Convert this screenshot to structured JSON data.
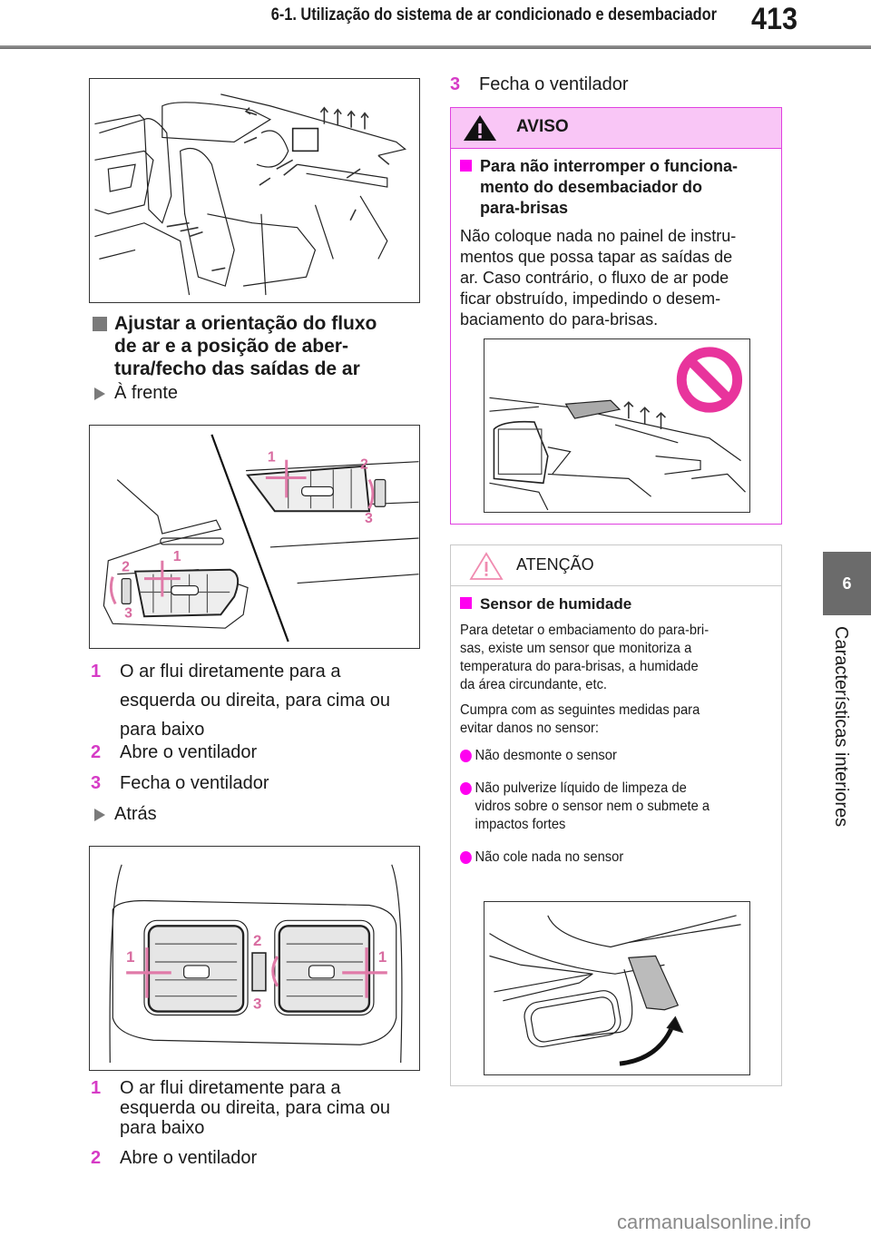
{
  "header": {
    "title": "6-1. Utilização do sistema de ar condicionado e desembaciador",
    "page_number": "413"
  },
  "side_tab": {
    "chapter_number": "6",
    "chapter_title": "Características interiores"
  },
  "colors": {
    "accent_magenta": "#ff00f0",
    "number_color": "#d63bc6",
    "aviso_header_bg": "#f9c6f6",
    "callout_pink": "#e07aa8",
    "gray_marker": "#7a7a7a"
  },
  "left_column": {
    "figure_1": {
      "icon": "car-interior-airflow-illustration"
    },
    "section_heading": "Ajustar a orientação do fluxo de ar e a posição de abertura/fecho das saídas de ar",
    "section_heading_lines": [
      "Ajustar a orientação do fluxo",
      "de ar e a posição de aber-",
      "tura/fecho das saídas de ar"
    ],
    "front": {
      "label": "À frente",
      "figure": {
        "icon": "front-vents-illustration",
        "callouts": [
          "1",
          "2",
          "3",
          "1",
          "2",
          "3"
        ]
      },
      "items": [
        {
          "number": "1",
          "text": "O ar flui diretamente para a esquerda ou direita, para cima ou para baixo"
        },
        {
          "number": "2",
          "text": "Abre o ventilador"
        },
        {
          "number": "3",
          "text": "Fecha o ventilador"
        }
      ]
    },
    "rear": {
      "label": "Atrás",
      "figure": {
        "icon": "rear-vents-illustration",
        "callouts": [
          "1",
          "2",
          "3",
          "1"
        ]
      },
      "items": [
        {
          "number": "1",
          "text": "O ar flui diretamente para a esquerda ou direita, para cima ou para baixo"
        },
        {
          "number": "2",
          "text": "Abre o ventilador"
        }
      ]
    }
  },
  "right_column": {
    "rear_item_3": {
      "number": "3",
      "text": "Fecha o ventilador"
    },
    "aviso": {
      "title": "AVISO",
      "icon": "warning-triangle-icon",
      "heading": "Para não interromper o funcionamento do desembaciador do para-brisas",
      "heading_lines": [
        "Para não interromper o funciona-",
        "mento do desembaciador do",
        "para-brisas"
      ],
      "body": "Não coloque nada no painel de instrumentos que possa tapar as saídas de ar. Caso contrário, o fluxo de ar pode ficar obstruído, impedindo o desembaciamento do para-brisas.",
      "body_lines": [
        "Não coloque nada no painel de instru-",
        "mentos que possa tapar as saídas de",
        "ar. Caso contrário, o fluxo de ar pode",
        "ficar obstruído, impedindo o desem-",
        "baciamento do para-brisas."
      ],
      "figure": {
        "icon": "dashboard-prohibited-illustration"
      }
    },
    "atencao": {
      "title": "ATENÇÃO",
      "icon": "caution-triangle-icon",
      "heading": "Sensor de humidade",
      "body_1_lines": [
        "Para detetar o embaciamento do para-bri-",
        "sas, existe um sensor que monitoriza a",
        "temperatura do para-brisas, a humidade",
        "da área circundante, etc."
      ],
      "body_2_lines": [
        "Cumpra com as seguintes medidas para",
        "evitar danos no sensor:"
      ],
      "bullets": [
        {
          "lines": [
            "Não desmonte o sensor"
          ]
        },
        {
          "lines": [
            "Não pulverize líquido de limpeza de",
            "vidros sobre o sensor nem o submete a",
            "impactos fortes"
          ]
        },
        {
          "lines": [
            "Não cole nada no sensor"
          ]
        }
      ],
      "figure": {
        "icon": "mirror-humidity-sensor-illustration"
      }
    }
  },
  "watermark": "carmanualsonline.info"
}
